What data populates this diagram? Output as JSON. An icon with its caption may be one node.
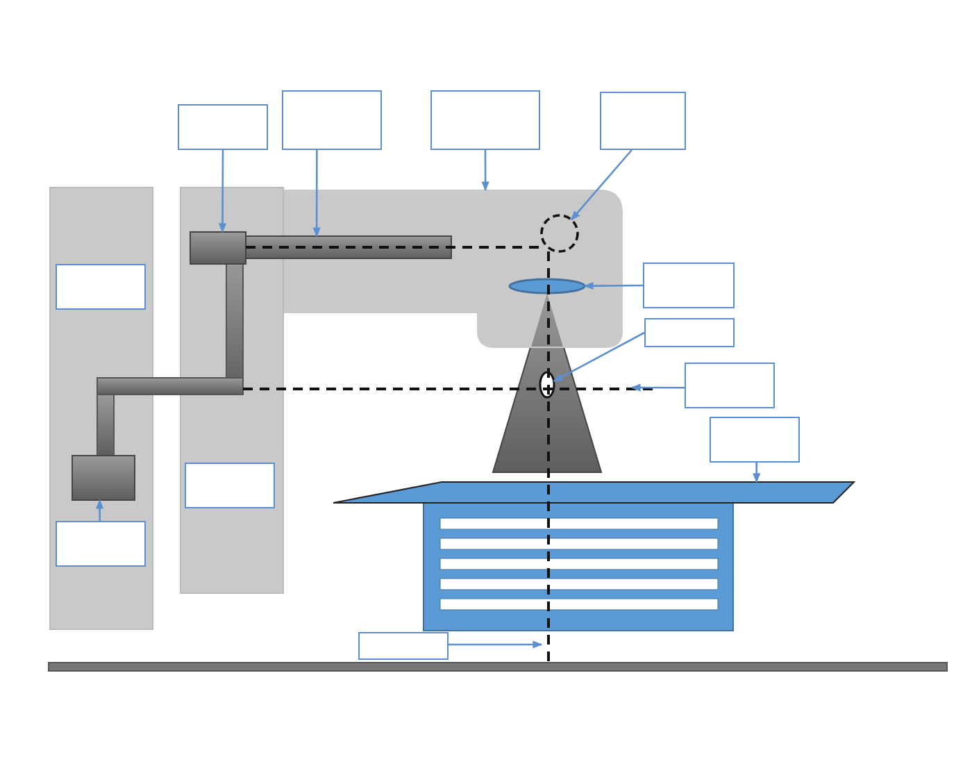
{
  "diagram": {
    "nodes": [
      {
        "text": [],
        "shape": "box"
      },
      {
        "text": [],
        "shape": "box"
      },
      {
        "text": [],
        "shape": "box"
      },
      {
        "text": [],
        "shape": "box"
      },
      {
        "text": [],
        "shape": "box"
      },
      {
        "text": [],
        "shape": "box"
      },
      {
        "text": [],
        "shape": "box"
      },
      {
        "text": [],
        "shape": "box"
      },
      {
        "text": [],
        "shape": "box"
      },
      {
        "text": [],
        "shape": "box"
      },
      {
        "text": [],
        "shape": "box"
      },
      {
        "text": [],
        "shape": "box"
      },
      {
        "text": [],
        "shape": "box"
      },
      {
        "text": [],
        "shape": "bar"
      },
      {
        "text": [],
        "shape": "box"
      },
      {
        "text": [],
        "shape": "circle",
        "in": 14
      },
      {
        "text": [],
        "shape": "ellipse",
        "in": 14
      },
      {
        "text": [],
        "shape": "ellipse"
      },
      {
        "text": [],
        "shape": "bar"
      },
      {
        "text": [],
        "shape": "box"
      }
    ],
    "edges": [
      {
        "from": 0,
        "to": 12,
        "arrow": "to"
      },
      {
        "from": 1,
        "to": 13,
        "arrow": "to"
      },
      {
        "from": 2,
        "to": 14,
        "arrow": "to"
      },
      {
        "from": 3,
        "to": 15,
        "arrow": "to"
      },
      {
        "from": 5,
        "to": 16,
        "arrow": "to"
      },
      {
        "from": 6,
        "to": 17,
        "arrow": "to"
      },
      {
        "from": 7,
        "to": null,
        "arrow": "to"
      },
      {
        "from": 8,
        "to": 18,
        "arrow": "to"
      },
      {
        "from": 10,
        "to": 19,
        "arrow": "to"
      },
      {
        "from": 11,
        "to": null,
        "arrow": "to"
      }
    ]
  }
}
